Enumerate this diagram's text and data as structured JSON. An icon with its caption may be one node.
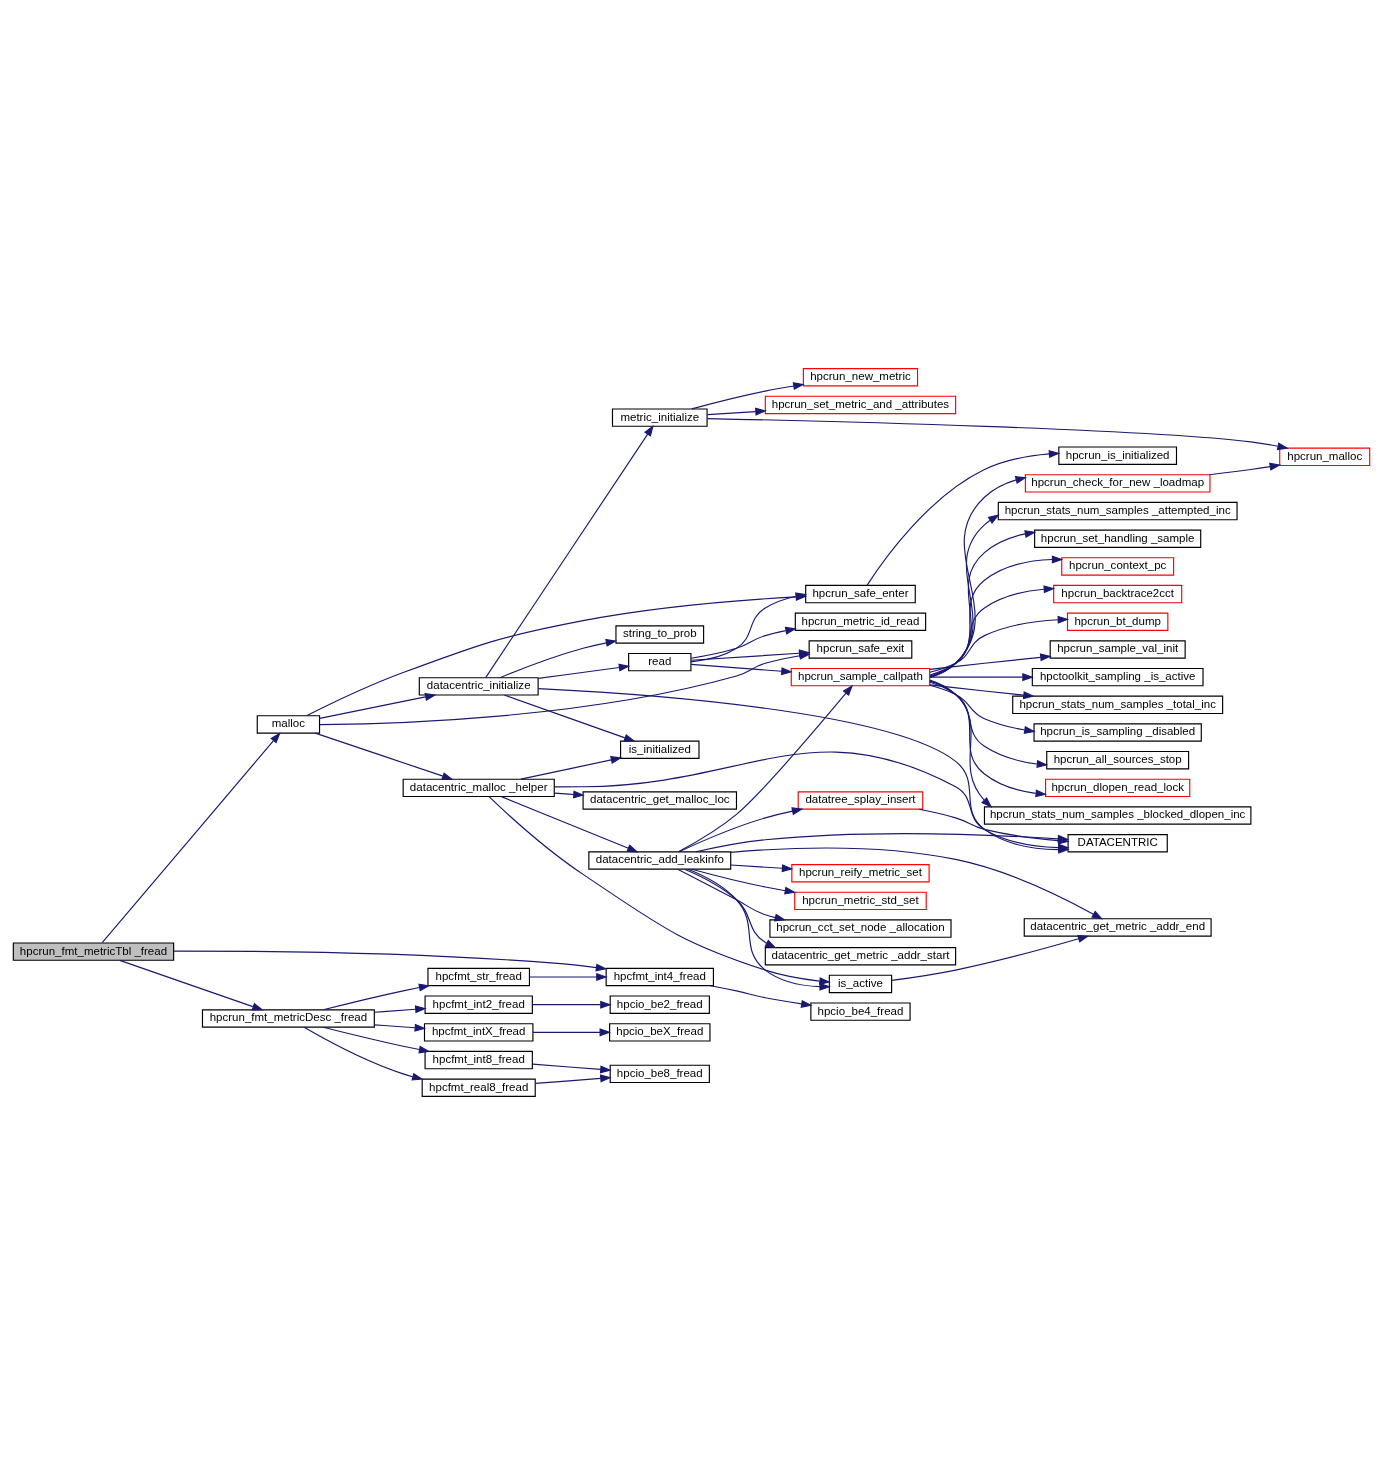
{
  "diagram": {
    "nodes": [
      {
        "text": [
          "hpcrun_fmt_metricTbl _fread"
        ]
      },
      {
        "text": [
          "malloc"
        ]
      },
      {
        "text": [
          "hpcrun_fmt_metricDesc _fread"
        ]
      },
      {
        "text": [
          "hpcfmt_int4_fread"
        ]
      },
      {
        "text": [
          "datacentric_malloc _helper"
        ]
      },
      {
        "text": [
          "datacentric_initialize"
        ]
      },
      {
        "text": [
          "hpcrun_safe_exit"
        ]
      },
      {
        "text": [
          "hpcrun_safe_enter"
        ]
      },
      {
        "text": [
          "datacentric_add_leakinfo"
        ]
      },
      {
        "text": [
          "datacentric_get_malloc_loc"
        ]
      },
      {
        "text": [
          "is_initialized"
        ]
      },
      {
        "text": [
          "DATACENTRIC"
        ]
      },
      {
        "text": [
          "is_active"
        ]
      },
      {
        "text": [
          "hpcrun_reify_metric_set"
        ]
      },
      {
        "text": [
          "hpcrun_metric_std_set"
        ]
      },
      {
        "text": [
          "hpcrun_cct_set_node _allocation"
        ]
      },
      {
        "text": [
          "datacentric_get_metric _addr_end"
        ]
      },
      {
        "text": [
          "datacentric_get_metric _addr_start"
        ]
      },
      {
        "text": [
          "datatree_splay_insert"
        ]
      },
      {
        "text": [
          "hpcrun_sample_callpath"
        ]
      },
      {
        "text": [
          "metric_initialize"
        ]
      },
      {
        "text": [
          "string_to_prob"
        ]
      },
      {
        "text": [
          "read"
        ]
      },
      {
        "text": [
          "hpcrun_new_metric"
        ]
      },
      {
        "text": [
          "hpcrun_set_metric_and _attributes"
        ]
      },
      {
        "text": [
          "hpcrun_malloc"
        ]
      },
      {
        "text": [
          "hpcrun_backtrace2cct"
        ]
      },
      {
        "text": [
          "hpcrun_bt_dump"
        ]
      },
      {
        "text": [
          "hpcrun_sample_val_init"
        ]
      },
      {
        "text": [
          "hpctoolkit_sampling _is_active"
        ]
      },
      {
        "text": [
          "hpcrun_stats_num_samples _total_inc"
        ]
      },
      {
        "text": [
          "hpcrun_is_sampling _disabled"
        ]
      },
      {
        "text": [
          "hpcrun_all_sources_stop"
        ]
      },
      {
        "text": [
          "hpcrun_dlopen_read_lock"
        ]
      },
      {
        "text": [
          "hpcrun_stats_num_samples _blocked_dlopen_inc"
        ]
      },
      {
        "text": [
          "hpcrun_stats_num_samples _attempted_inc"
        ]
      },
      {
        "text": [
          "hpcrun_set_handling _sample"
        ]
      },
      {
        "text": [
          "hpcrun_context_pc"
        ]
      },
      {
        "text": [
          "hpcrun_check_for_new _loadmap"
        ]
      },
      {
        "text": [
          "hpcrun_metric_id_read"
        ]
      },
      {
        "text": [
          "hpcrun_is_initialized"
        ]
      },
      {
        "text": [
          "hpcio_be4_fread"
        ]
      },
      {
        "text": [
          "hpcfmt_str_fread"
        ]
      },
      {
        "text": [
          "hpcfmt_int2_fread"
        ]
      },
      {
        "text": [
          "hpcfmt_intX_fread"
        ]
      },
      {
        "text": [
          "hpcfmt_int8_fread"
        ]
      },
      {
        "text": [
          "hpcfmt_real8_fread"
        ]
      },
      {
        "text": [
          "hpcio_be2_fread"
        ]
      },
      {
        "text": [
          "hpcio_beX_fread"
        ]
      },
      {
        "text": [
          "hpcio_be8_fread"
        ]
      }
    ],
    "edges": [
      {
        "from": 0,
        "to": 1,
        "arrow": "to"
      },
      {
        "from": 0,
        "to": 3,
        "arrow": "to"
      },
      {
        "from": 0,
        "to": 2,
        "arrow": "to"
      },
      {
        "from": 1,
        "to": 4,
        "arrow": "to"
      },
      {
        "from": 1,
        "to": 5,
        "arrow": "to"
      },
      {
        "from": 1,
        "to": 6,
        "arrow": "to"
      },
      {
        "from": 1,
        "to": 7,
        "arrow": "to"
      },
      {
        "from": 4,
        "to": 12,
        "arrow": "to"
      },
      {
        "from": 4,
        "to": 8,
        "arrow": "to"
      },
      {
        "from": 4,
        "to": 9,
        "arrow": "to"
      },
      {
        "from": 4,
        "to": 11,
        "arrow": "to"
      },
      {
        "from": 4,
        "to": 10,
        "arrow": "to"
      },
      {
        "from": 8,
        "to": 12,
        "arrow": "to"
      },
      {
        "from": 8,
        "to": 13,
        "arrow": "to"
      },
      {
        "from": 8,
        "to": 14,
        "arrow": "to"
      },
      {
        "from": 8,
        "to": 15,
        "arrow": "to"
      },
      {
        "from": 8,
        "to": 16,
        "arrow": "to"
      },
      {
        "from": 8,
        "to": 17,
        "arrow": "to"
      },
      {
        "from": 8,
        "to": 18,
        "arrow": "to"
      },
      {
        "from": 8,
        "to": 11,
        "arrow": "to"
      },
      {
        "from": 8,
        "to": 19,
        "arrow": "to"
      },
      {
        "from": 12,
        "to": 16,
        "arrow": "to"
      },
      {
        "from": 18,
        "to": 11,
        "arrow": "to"
      },
      {
        "from": 5,
        "to": 10,
        "arrow": "to"
      },
      {
        "from": 5,
        "to": 11,
        "arrow": "to"
      },
      {
        "from": 5,
        "to": 20,
        "arrow": "to"
      },
      {
        "from": 5,
        "to": 21,
        "arrow": "to"
      },
      {
        "from": 5,
        "to": 22,
        "arrow": "to"
      },
      {
        "from": 20,
        "to": 23,
        "arrow": "to"
      },
      {
        "from": 20,
        "to": 24,
        "arrow": "to"
      },
      {
        "from": 20,
        "to": 25,
        "arrow": "to"
      },
      {
        "from": 22,
        "to": 19,
        "arrow": "to"
      },
      {
        "from": 22,
        "to": 39,
        "arrow": "to"
      },
      {
        "from": 22,
        "to": 6,
        "arrow": "to"
      },
      {
        "from": 22,
        "to": 7,
        "arrow": "to"
      },
      {
        "from": 19,
        "to": 26,
        "arrow": "to"
      },
      {
        "from": 19,
        "to": 27,
        "arrow": "to"
      },
      {
        "from": 19,
        "to": 28,
        "arrow": "to"
      },
      {
        "from": 19,
        "to": 29,
        "arrow": "to"
      },
      {
        "from": 19,
        "to": 30,
        "arrow": "to"
      },
      {
        "from": 19,
        "to": 31,
        "arrow": "to"
      },
      {
        "from": 19,
        "to": 32,
        "arrow": "to"
      },
      {
        "from": 19,
        "to": 33,
        "arrow": "to"
      },
      {
        "from": 19,
        "to": 34,
        "arrow": "to"
      },
      {
        "from": 19,
        "to": 35,
        "arrow": "to"
      },
      {
        "from": 19,
        "to": 36,
        "arrow": "to"
      },
      {
        "from": 19,
        "to": 37,
        "arrow": "to"
      },
      {
        "from": 19,
        "to": 38,
        "arrow": "to"
      },
      {
        "from": 38,
        "to": 25,
        "arrow": "to"
      },
      {
        "from": 7,
        "to": 40,
        "arrow": "to"
      },
      {
        "from": 3,
        "to": 41,
        "arrow": "to"
      },
      {
        "from": 2,
        "to": 42,
        "arrow": "to"
      },
      {
        "from": 2,
        "to": 43,
        "arrow": "to"
      },
      {
        "from": 2,
        "to": 44,
        "arrow": "to"
      },
      {
        "from": 2,
        "to": 45,
        "arrow": "to"
      },
      {
        "from": 2,
        "to": 46,
        "arrow": "to"
      },
      {
        "from": 42,
        "to": 3,
        "arrow": "to"
      },
      {
        "from": 43,
        "to": 47,
        "arrow": "to"
      },
      {
        "from": 44,
        "to": 48,
        "arrow": "to"
      },
      {
        "from": 45,
        "to": 49,
        "arrow": "to"
      },
      {
        "from": 46,
        "to": 49,
        "arrow": "to"
      }
    ]
  }
}
